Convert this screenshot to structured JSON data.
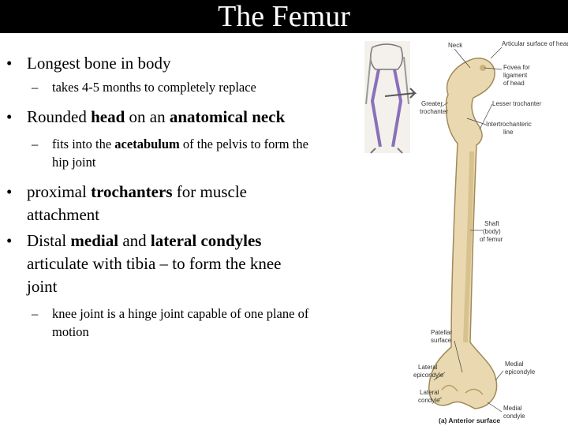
{
  "slide": {
    "title": "The Femur",
    "bullets": [
      {
        "parts": [
          "Longest bone in body"
        ],
        "subs": [
          [
            "takes 4-5 months to completely replace"
          ]
        ]
      },
      {
        "parts": [
          "Rounded ",
          "head",
          " on an ",
          "anatomical neck"
        ],
        "subs": [
          [
            "fits into the ",
            "acetabulum",
            " of the pelvis to form the hip joint"
          ]
        ]
      },
      {
        "parts": [
          "proximal ",
          "trochanters",
          " for muscle attachment"
        ],
        "subs": []
      },
      {
        "parts": [
          "Distal ",
          "medial",
          " and ",
          "lateral condyles",
          " articulate with tibia – to form the knee joint"
        ],
        "subs": [
          [
            "knee joint is a hinge joint capable of one plane of motion"
          ]
        ]
      }
    ]
  },
  "figure": {
    "labels": {
      "neck": "Neck",
      "articular_surface": [
        "Articular surface of head"
      ],
      "fovea": [
        "Fovea for",
        "ligament",
        "of head"
      ],
      "greater_trochanter": [
        "Greater",
        "trochanter"
      ],
      "lesser_trochanter": "Lesser trochanter",
      "intertrochanteric_line": [
        "Intertrochanteric",
        "line"
      ],
      "shaft": [
        "Shaft",
        "(body)",
        "of femur"
      ],
      "patellar_surface": [
        "Patellar",
        "surface"
      ],
      "lateral_epicondyle": [
        "Lateral",
        "epicondyle"
      ],
      "medial_epicondyle": [
        "Medial",
        "epicondyle"
      ],
      "lateral_condyle": [
        "Lateral",
        "condyle"
      ],
      "medial_condyle": [
        "Medial",
        "condyle"
      ],
      "view_caption": "(a) Anterior surface"
    },
    "colors": {
      "bone": "#ead9b0",
      "bone_shadow": "#c9b27a",
      "skeleton_highlight": "#8a70b8"
    }
  }
}
